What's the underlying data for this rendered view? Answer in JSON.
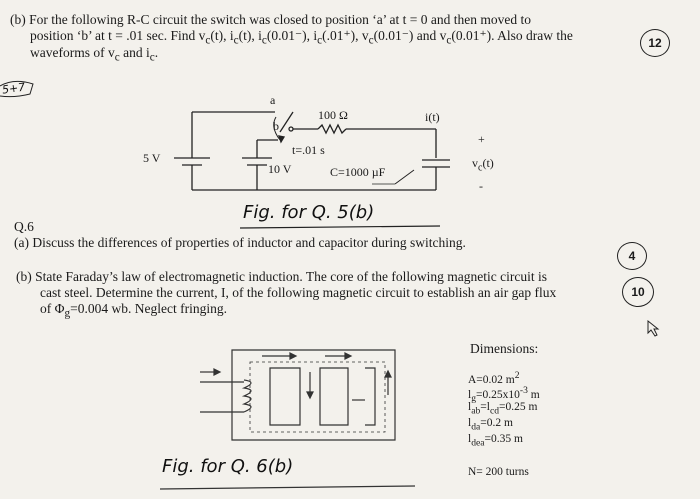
{
  "q5b": {
    "line1": "(b) For the following R-C circuit the switch was closed to position ‘a’ at t = 0 and then moved to",
    "line2": "position ‘b’ at t = .01 sec. Find v",
    "line2_rest": "(t), i",
    "line2_rest2": "(t), i",
    "line2_rest3": "(0.01⁻), i",
    "line2_rest4": "(.01⁺), v",
    "line2_rest5": "(0.01⁻) and v",
    "line2_rest6": "(0.01⁺). Also draw the",
    "line3": "waveforms of v",
    "line3_mid": " and i",
    "line3_end": ".",
    "sub_c": "c",
    "marks": "12"
  },
  "circuit": {
    "node_a": "a",
    "node_b": "b",
    "resistor": "100 Ω",
    "current": "i(t)",
    "switch_time": "t=.01 s",
    "source_left": "5 V",
    "source_mid": "10 V",
    "capacitor": "C=1000 µF",
    "plus": "+",
    "minus": "-",
    "vc": "v",
    "vc_rest": "(t)"
  },
  "hand_labels": {
    "fig5": "Fig. for Q. 5(b)",
    "fig6": "Fig. for Q. 6(b)",
    "margin_note": "5+7"
  },
  "q6": {
    "number": "Q.6",
    "a_text": "(a) Discuss the differences of properties of inductor and capacitor during switching.",
    "a_marks": "4",
    "b_line1": "(b) State Faraday’s law of electromagnetic induction. The core of the following magnetic circuit is",
    "b_line2": "cast steel. Determine the current, I, of the following magnetic circuit to establish an air gap flux",
    "b_line3a": "of Φ",
    "b_line3b": "=0.004 wb. Neglect fringing.",
    "sub_g": "g",
    "b_marks": "10"
  },
  "dimensions": {
    "title": "Dimensions:",
    "A": "A=0.02 m",
    "A_sup": "2",
    "lg": "l",
    "lg_sub": "g",
    "lg_val": "=0.25x10",
    "lg_sup": "-3",
    "lg_unit": " m",
    "lab": "l",
    "lab_sub": "ab",
    "lab_mid": "=l",
    "lcd_sub": "cd",
    "lab_val": "=0.25 m",
    "lda": "l",
    "lda_sub": "da",
    "lda_val": "=0.2 m",
    "ldea": "l",
    "ldea_sub": "dea",
    "ldea_val": "=0.35 m",
    "N": "N= 200 turns"
  }
}
